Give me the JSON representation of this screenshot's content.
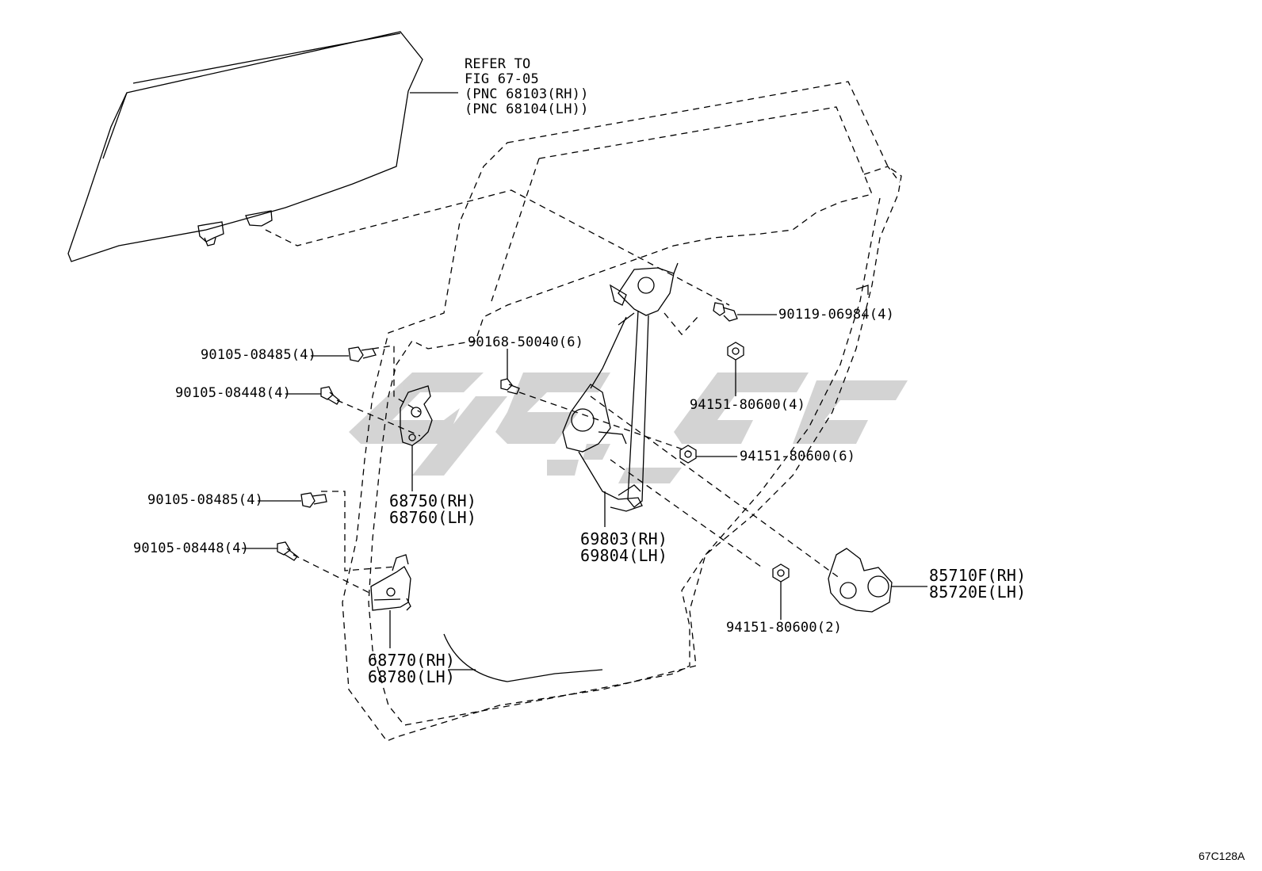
{
  "refer_note": [
    "REFER TO",
    "FIG 67-05",
    "(PNC 68103(RH))",
    "(PNC 68104(LH))"
  ],
  "callouts": {
    "c_90119": "90119-06984(4)",
    "c_90168": "90168-50040(6)",
    "c_90105_a": "90105-08485(4)",
    "c_90105_b": "90105-08448(4)",
    "c_90105_c": "90105-08485(4)",
    "c_90105_d": "90105-08448(4)",
    "c_94151_a": "94151-80600(4)",
    "c_94151_b": "94151-80600(6)",
    "c_94151_c": "94151-80600(2)"
  },
  "parts": {
    "hinge_upper": [
      "68750(RH)",
      "68760(LH)"
    ],
    "hinge_lower": [
      "68770(RH)",
      "68780(LH)"
    ],
    "regulator": [
      "69803(RH)",
      "69804(LH)"
    ],
    "motor": [
      "85710F(RH)",
      "85720E(LH)"
    ]
  },
  "figure_id": "67C128A",
  "colors": {
    "line": "#000000",
    "watermark": "#c8c8c8",
    "background": "#ffffff"
  }
}
